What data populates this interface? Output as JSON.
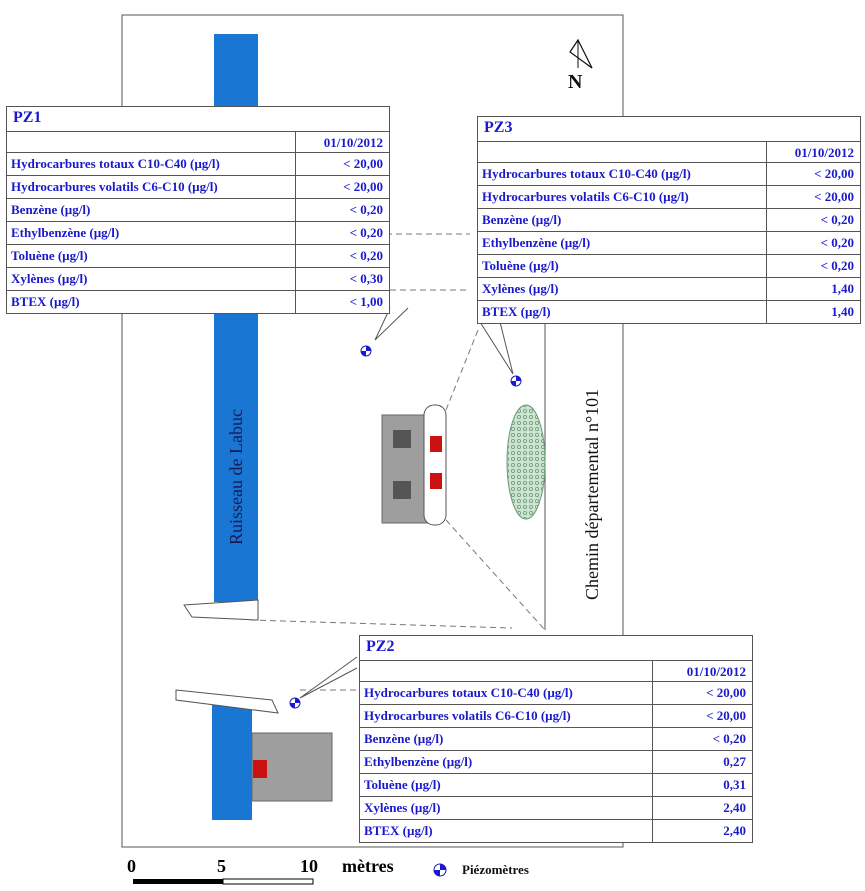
{
  "north_label": "N",
  "stream_label": "Ruisseau de Labuc",
  "road_label": "Chemin départemental n°101",
  "scale": {
    "ticks": [
      "0",
      "5",
      "10"
    ],
    "unit": "mètres"
  },
  "legend": {
    "label": "Piézomètres",
    "icon": "piezometer-icon"
  },
  "colors": {
    "stream": "#1976d2",
    "building": "#9e9e9e",
    "tank": "#cc1111",
    "text": "#1a1acc",
    "vegetation": "#8fbf9a"
  },
  "tables": {
    "pz1": {
      "title": "PZ1",
      "date": "01/10/2012",
      "rows": [
        {
          "label": "Hydrocarbures totaux C10-C40 (µg/l)",
          "value": "< 20,00"
        },
        {
          "label": "Hydrocarbures volatils C6-C10 (µg/l)",
          "value": "< 20,00"
        },
        {
          "label": "Benzène (µg/l)",
          "value": "< 0,20"
        },
        {
          "label": "Ethylbenzène (µg/l)",
          "value": "< 0,20"
        },
        {
          "label": "Toluène (µg/l)",
          "value": "< 0,20"
        },
        {
          "label": "Xylènes (µg/l)",
          "value": "< 0,30"
        },
        {
          "label": "BTEX (µg/l)",
          "value": "< 1,00"
        }
      ]
    },
    "pz3": {
      "title": "PZ3",
      "date": "01/10/2012",
      "rows": [
        {
          "label": "Hydrocarbures totaux C10-C40 (µg/l)",
          "value": "< 20,00"
        },
        {
          "label": "Hydrocarbures volatils C6-C10 (µg/l)",
          "value": "< 20,00"
        },
        {
          "label": "Benzène (µg/l)",
          "value": "< 0,20"
        },
        {
          "label": "Ethylbenzène (µg/l)",
          "value": "< 0,20"
        },
        {
          "label": "Toluène (µg/l)",
          "value": "< 0,20"
        },
        {
          "label": "Xylènes (µg/l)",
          "value": "1,40"
        },
        {
          "label": "BTEX (µg/l)",
          "value": "1,40"
        }
      ]
    },
    "pz2": {
      "title": "PZ2",
      "date": "01/10/2012",
      "rows": [
        {
          "label": "Hydrocarbures totaux C10-C40 (µg/l)",
          "value": "< 20,00"
        },
        {
          "label": "Hydrocarbures volatils C6-C10 (µg/l)",
          "value": "< 20,00"
        },
        {
          "label": "Benzène (µg/l)",
          "value": "< 0,20"
        },
        {
          "label": "Ethylbenzène (µg/l)",
          "value": "0,27"
        },
        {
          "label": "Toluène (µg/l)",
          "value": "0,31"
        },
        {
          "label": "Xylènes (µg/l)",
          "value": "2,40"
        },
        {
          "label": "BTEX (µg/l)",
          "value": "2,40"
        }
      ]
    }
  }
}
